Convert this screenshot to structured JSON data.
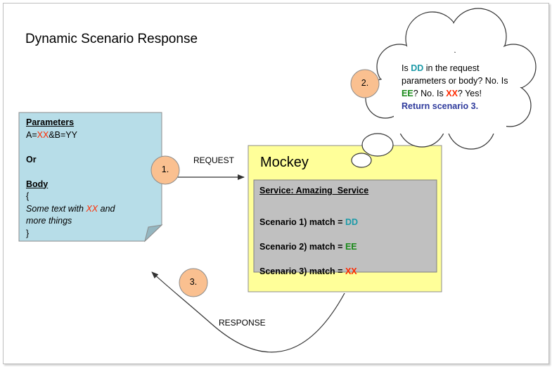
{
  "title": "Dynamic Scenario Response",
  "request_note": {
    "parameters_heading": "Parameters",
    "param_a_prefix": "A=",
    "param_a_value": "XX",
    "param_b": "&B=YY",
    "or_label": "Or",
    "body_heading": "Body",
    "open_brace": "{",
    "body_text_prefix": "Some text with ",
    "body_text_value": "XX",
    "body_text_suffix": " and",
    "body_text_line2": "more things",
    "close_brace": "}"
  },
  "steps": {
    "step1": "1.",
    "step2": "2.",
    "step3": "3."
  },
  "arrows": {
    "request_label": "REQUEST",
    "response_label": "RESPONSE"
  },
  "mockey": {
    "title": "Mockey",
    "service_label": "Service: Amazing_Service",
    "scenarios": [
      {
        "prefix": "Scenario 1) match = ",
        "value": "DD"
      },
      {
        "prefix": "Scenario 2) match = ",
        "value": "EE"
      },
      {
        "prefix": "Scenario 3) match = ",
        "value": "XX"
      }
    ]
  },
  "thought": {
    "p1": "Is ",
    "dd": "DD",
    "p2": " in the request parameters or body? No. Is ",
    "ee": "EE",
    "p3": "? No. Is ",
    "xx": "XX",
    "p4": "? Yes!",
    "conclusion": "Return scenario 3."
  },
  "colors": {
    "note_fill": "#b7dde8",
    "mockey_fill": "#ffff99",
    "service_fill": "#c0c0c0",
    "step_fill": "#fac090",
    "highlight_red": "#ff2a00",
    "highlight_teal": "#1c9aa8",
    "highlight_green": "#1a8a1a",
    "highlight_navy": "#2e3a9c"
  }
}
